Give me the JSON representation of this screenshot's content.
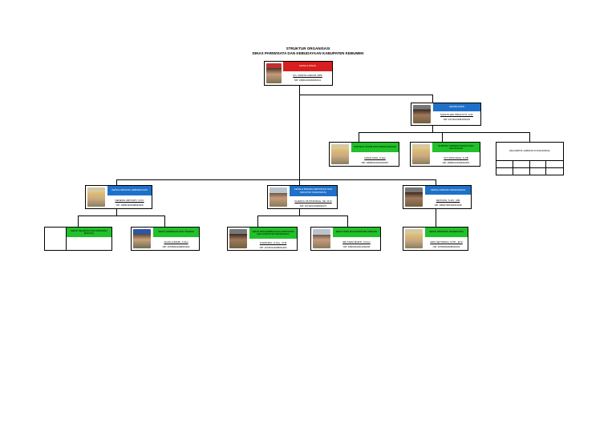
{
  "title": {
    "line1": "STRUKTUR ORGANISASI",
    "line2": "DINAS PARIWISATA DAN KEBUDAYAAN KABUPATEN KEBUMEN"
  },
  "kepala": {
    "position": "KEPALA DINAS",
    "name": "Drs. FRANS HAIDAR, MPA",
    "nip": "NIP. 196811191994031011"
  },
  "sekretaris": {
    "position": "SEKRETARIS",
    "name": "SUDITO EDI PRASTIYO, S.IP.",
    "nip": "NIP. 197111211991031001"
  },
  "subbag_umum": {
    "position": "SUB BAG UMUM DAN KEPEGAWAIAN",
    "name": "UMAH SUDI, S.Sos",
    "nip": "NIP. 196805121991032007"
  },
  "subbag_keuangan": {
    "position": "SUB BAG PERENCANAAN DAN KEUANGAN",
    "name": "SITI ROSYIDAH, S.AB",
    "nip": "NIP. 196802141993022001"
  },
  "fungsional": {
    "label": "KELOMPOK JABATAN FUNGSIONAL"
  },
  "kabid_budaya": {
    "position": "KEPALA BIDANG KEBUDAYAAN",
    "name": "NENENG ARIYANTI, S.Pd.",
    "nip": "NIP. 196803251998032008"
  },
  "kabid_destinasi": {
    "position": "KEPALA BIDANG DESTINASI DAN INDUSTRI PARIWISATA",
    "name": "KHAIRUL MUSTAFIDAH, SE, M.Si",
    "nip": "NIP. 197111021998031007"
  },
  "kabid_pemasaran": {
    "position": "KEPALA BIDANG PEMASARAN",
    "name": "SETIONO, S.AN., MM",
    "nip": "NIP. 196907081992031008"
  },
  "kasi_sejarah": {
    "position": "SEKSI SEJARAH DAN WARISAN BUDAYA",
    "name": "",
    "nip": ""
  },
  "kasi_kesenian": {
    "position": "SEKSI KESENIAN DAN TRADISI",
    "name": "AGUS JUMARI, S.Sos",
    "nip": "NIP. 197008241998031004"
  },
  "kasi_destinasi": {
    "position": "SEKSI PENGEMBANGAN DESTINASI DAN INDUSTRI PARIWISATA",
    "name": "SUWANDO, S.Sos., M.M",
    "nip": "NIP. 197403141998031004"
  },
  "kasi_sdm": {
    "position": "SEKSI SDM DAN EKONOMI KREATIF",
    "name": "SRI TAMA MURTI, S.Kom",
    "nip": "NIP. 198003162011011005"
  },
  "kasi_promosi": {
    "position": "SEKSI PROMOSI PARIWISATA",
    "name": "ARIS SETIAWAN, S.PD., M.Si",
    "nip": "NIP. 197806202008011002"
  },
  "colors": {
    "green": "#22c02a",
    "blue": "#1f70c8",
    "red": "#d81e1e"
  }
}
